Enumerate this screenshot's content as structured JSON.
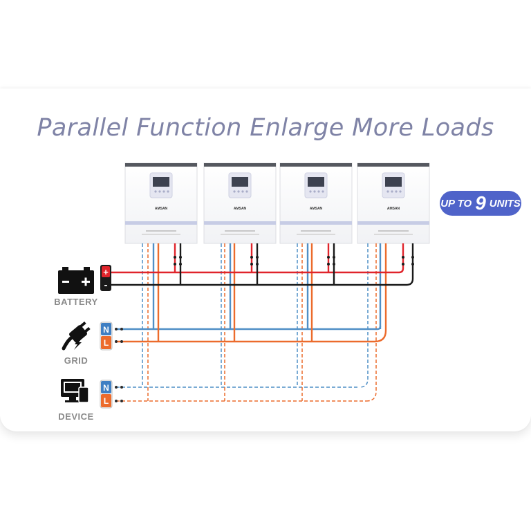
{
  "title": "Parallel Function Enlarge More Loads",
  "badge": {
    "prefix": "UP TO",
    "number": "9",
    "suffix": "UNITS",
    "color": "#4f63c9"
  },
  "inverter": {
    "brand": "AMSAN",
    "count": 4
  },
  "sources": {
    "battery": {
      "label": "BATTERY",
      "terminals": [
        "+",
        "-"
      ]
    },
    "grid": {
      "label": "GRID",
      "terminals": [
        "N",
        "L"
      ]
    },
    "device": {
      "label": "DEVICE",
      "terminals": [
        "N",
        "L"
      ]
    }
  },
  "colors": {
    "title": "#7f83a6",
    "positive": "#e0242b",
    "negative": "#1a1a1a",
    "neutral": "#4f8fc6",
    "live": "#ec6b2c",
    "neutral_terminal": "#3f7fc3",
    "live_terminal": "#ec6b2c"
  }
}
